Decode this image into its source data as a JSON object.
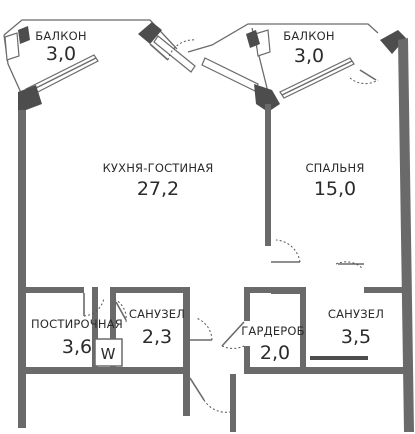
{
  "rooms": {
    "balcony_left": {
      "name": "БАЛКОН",
      "area": "3,0"
    },
    "balcony_right": {
      "name": "БАЛКОН",
      "area": "3,0"
    },
    "kitchen": {
      "name": "КУХНЯ-ГОСТИНАЯ",
      "area": "27,2"
    },
    "bedroom": {
      "name": "СПАЛЬНЯ",
      "area": "15,0"
    },
    "laundry": {
      "name": "ПОСТИРОЧНАЯ",
      "area": "3,6",
      "marker": "W"
    },
    "bathroom_1": {
      "name": "САНУЗЕЛ",
      "area": "2,3"
    },
    "wardrobe": {
      "name": "ГАРДЕРОБ",
      "area": "2,0"
    },
    "bathroom_2": {
      "name": "САНУЗЕЛ",
      "area": "3,5"
    }
  },
  "colors": {
    "wall": "#6a6a6a",
    "text": "#2b2b2b",
    "background": "#ffffff"
  }
}
